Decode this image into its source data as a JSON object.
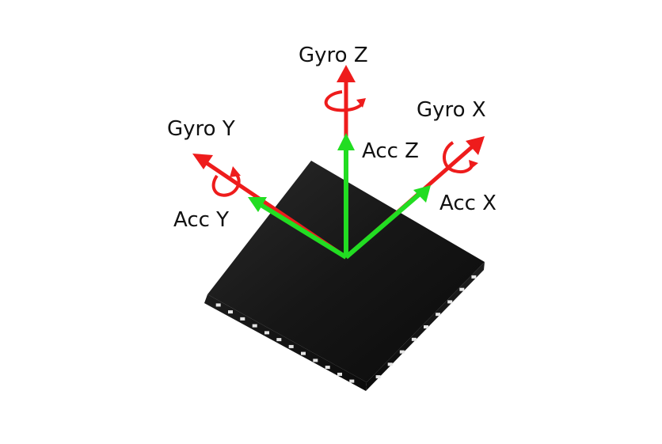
{
  "labels": {
    "gyro_z": "Gyro Z",
    "gyro_x": "Gyro X",
    "gyro_y": "Gyro Y",
    "acc_z": "Acc Z",
    "acc_x": "Acc X",
    "acc_y": "Acc Y"
  },
  "colors": {
    "gyro": "#ee1c1c",
    "acc": "#22dd22",
    "chip": "#111111",
    "background": "#ffffff"
  }
}
